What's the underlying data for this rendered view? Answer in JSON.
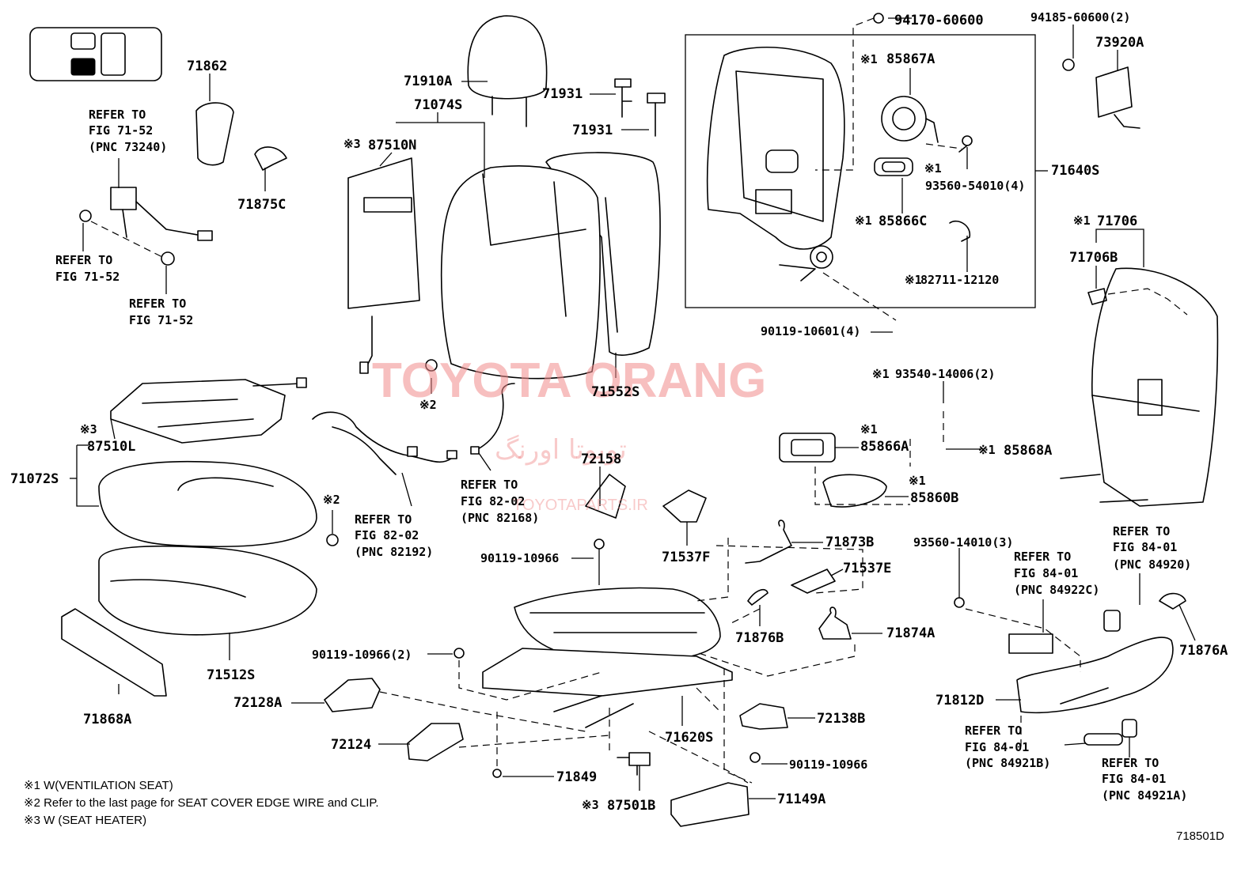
{
  "diagram_code": "718501D",
  "watermark": {
    "brand": "TOYOTA ORANG",
    "brand_fa": "تویوتا اورنگ",
    "site": "TOYOTAPARTS.IR"
  },
  "labels": [
    {
      "id": "l-94170-60600",
      "text": "94170-60600"
    },
    {
      "id": "l-94185-60600",
      "text": "94185-60600(2)"
    },
    {
      "id": "l-73920A",
      "text": "73920A"
    },
    {
      "id": "l-71862",
      "text": "71862"
    },
    {
      "id": "l-71910A",
      "text": "71910A"
    },
    {
      "id": "l-71074S",
      "text": "71074S"
    },
    {
      "id": "l-71931a",
      "text": "71931"
    },
    {
      "id": "l-71931b",
      "text": "71931"
    },
    {
      "id": "l-87510N",
      "text": "87510N"
    },
    {
      "id": "l-85867A",
      "text": "85867A"
    },
    {
      "id": "l-93560-54010",
      "text": "93560-54010(4)"
    },
    {
      "id": "l-71640S",
      "text": "71640S"
    },
    {
      "id": "l-71875C",
      "text": "71875C"
    },
    {
      "id": "l-85866C",
      "text": "85866C"
    },
    {
      "id": "l-82711-12120",
      "text": "82711-12120"
    },
    {
      "id": "l-71706",
      "text": "71706"
    },
    {
      "id": "l-71706B",
      "text": "71706B"
    },
    {
      "id": "l-90119-10601",
      "text": "90119-10601(4)"
    },
    {
      "id": "l-71552S",
      "text": "71552S"
    },
    {
      "id": "l-93540-14006",
      "text": "93540-14006(2)"
    },
    {
      "id": "l-85866A",
      "text": "85866A"
    },
    {
      "id": "l-85868A",
      "text": "85868A"
    },
    {
      "id": "l-85860B",
      "text": "85860B"
    },
    {
      "id": "l-87510L",
      "text": "87510L"
    },
    {
      "id": "l-71072S",
      "text": "71072S"
    },
    {
      "id": "l-72158",
      "text": "72158"
    },
    {
      "id": "l-71537F",
      "text": "71537F"
    },
    {
      "id": "l-90119-10966a",
      "text": "90119-10966"
    },
    {
      "id": "l-71873B",
      "text": "71873B"
    },
    {
      "id": "l-71537E",
      "text": "71537E"
    },
    {
      "id": "l-93560-14010",
      "text": "93560-14010(3)"
    },
    {
      "id": "l-71876B",
      "text": "71876B"
    },
    {
      "id": "l-71874A",
      "text": "71874A"
    },
    {
      "id": "l-71876A",
      "text": "71876A"
    },
    {
      "id": "l-71512S",
      "text": "71512S"
    },
    {
      "id": "l-90119-10966b",
      "text": "90119-10966(2)"
    },
    {
      "id": "l-72128A",
      "text": "72128A"
    },
    {
      "id": "l-71868A",
      "text": "71868A"
    },
    {
      "id": "l-72124",
      "text": "72124"
    },
    {
      "id": "l-71620S",
      "text": "71620S"
    },
    {
      "id": "l-72138B",
      "text": "72138B"
    },
    {
      "id": "l-71812D",
      "text": "71812D"
    },
    {
      "id": "l-71849",
      "text": "71849"
    },
    {
      "id": "l-90119-10966c",
      "text": "90119-10966"
    },
    {
      "id": "l-87501B",
      "text": "87501B"
    },
    {
      "id": "l-71149A",
      "text": "71149A"
    }
  ],
  "marks": {
    "m1": "※1",
    "m2": "※2",
    "m3": "※3"
  },
  "refs": {
    "r1": [
      "REFER TO",
      "FIG 71-52",
      "(PNC 73240)"
    ],
    "r2": [
      "REFER TO",
      "FIG 71-52"
    ],
    "r3": [
      "REFER TO",
      "FIG 71-52"
    ],
    "r4": [
      "REFER TO",
      "FIG 82-02",
      "(PNC 82192)"
    ],
    "r5": [
      "REFER TO",
      "FIG 82-02",
      "(PNC 82168)"
    ],
    "r6": [
      "REFER TO",
      "FIG 84-01",
      "(PNC 84920)"
    ],
    "r7": [
      "REFER TO",
      "FIG 84-01",
      "(PNC 84922C)"
    ],
    "r8": [
      "REFER TO",
      "FIG 84-01",
      "(PNC 84921B)"
    ],
    "r9": [
      "REFER TO",
      "FIG 84-01",
      "(PNC 84921A)"
    ]
  },
  "footnotes": [
    "※1 W(VENTILATION SEAT)",
    "※2 Refer to the last page for SEAT COVER EDGE WIRE and CLIP.",
    "※3 W (SEAT HEATER)"
  ]
}
